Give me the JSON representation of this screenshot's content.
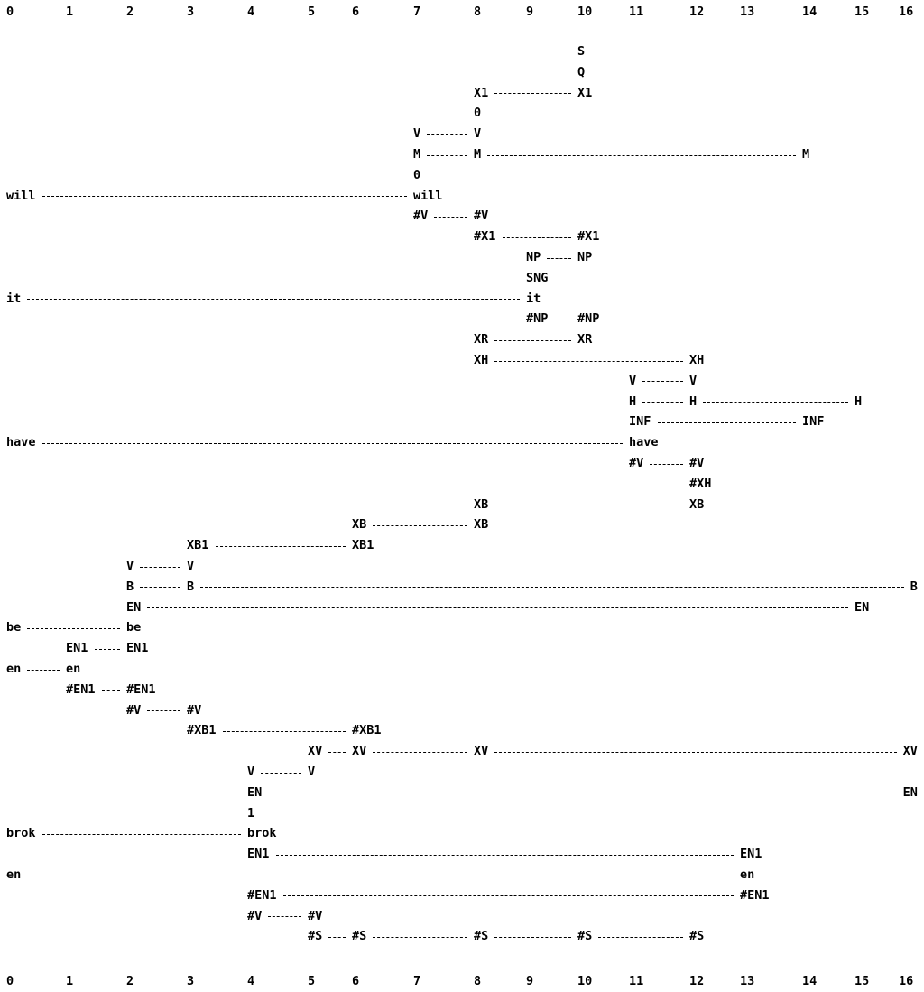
{
  "diagram": {
    "type": "parse chart",
    "axis_ticks": [
      "0",
      "1",
      "2",
      "3",
      "4",
      "5",
      "6",
      "7",
      "8",
      "9",
      "10",
      "11",
      "12",
      "13",
      "14",
      "15",
      "16"
    ],
    "edges": [
      {
        "row": 1,
        "from": 10,
        "to": 10,
        "label": "S"
      },
      {
        "row": 2,
        "from": 10,
        "to": 10,
        "label": "Q"
      },
      {
        "row": 3,
        "from": 8,
        "to": 10,
        "label": "X1"
      },
      {
        "row": 4,
        "from": 8,
        "to": 8,
        "label": "0"
      },
      {
        "row": 5,
        "from": 7,
        "to": 8,
        "label": "V"
      },
      {
        "row": 6,
        "from": 7,
        "to": 8,
        "to2": 14,
        "label": "M"
      },
      {
        "row": 7,
        "from": 7,
        "to": 7,
        "label": "0"
      },
      {
        "row": 8,
        "from": 0,
        "to": 7,
        "label": "will"
      },
      {
        "row": 9,
        "from": 7,
        "to": 8,
        "label": "#V"
      },
      {
        "row": 10,
        "from": 8,
        "to": 10,
        "label": "#X1"
      },
      {
        "row": 11,
        "from": 9,
        "to": 10,
        "label": "NP"
      },
      {
        "row": 12,
        "from": 9,
        "to": 9,
        "label": "SNG"
      },
      {
        "row": 13,
        "from": 0,
        "to": 9,
        "label": "it"
      },
      {
        "row": 14,
        "from": 9,
        "to": 10,
        "label": "#NP"
      },
      {
        "row": 15,
        "from": 8,
        "to": 10,
        "label": "XR"
      },
      {
        "row": 16,
        "from": 8,
        "to": 12,
        "label": "XH"
      },
      {
        "row": 17,
        "from": 11,
        "to": 12,
        "label": "V"
      },
      {
        "row": 18,
        "from": 11,
        "to": 12,
        "to2": 15,
        "label": "H"
      },
      {
        "row": 19,
        "from": 11,
        "to": 14,
        "label": "INF"
      },
      {
        "row": 20,
        "from": 0,
        "to": 11,
        "label": "have"
      },
      {
        "row": 21,
        "from": 11,
        "to": 12,
        "label": "#V"
      },
      {
        "row": 22,
        "from": 12,
        "to": 12,
        "label": "#XH"
      },
      {
        "row": 23,
        "from": 8,
        "to": 12,
        "label": "XB"
      },
      {
        "row": 24,
        "from": 6,
        "to": 8,
        "label": "XB"
      },
      {
        "row": 25,
        "from": 3,
        "to": 6,
        "label": "XB1"
      },
      {
        "row": 26,
        "from": 2,
        "to": 3,
        "label": "V"
      },
      {
        "row": 27,
        "from": 2,
        "to": 3,
        "to2": 16,
        "label": "B"
      },
      {
        "row": 28,
        "from": 2,
        "to": 15,
        "label": "EN"
      },
      {
        "row": 29,
        "from": 0,
        "to": 2,
        "label": "be"
      },
      {
        "row": 30,
        "from": 1,
        "to": 2,
        "label": "EN1"
      },
      {
        "row": 31,
        "from": 0,
        "to": 1,
        "label": "en"
      },
      {
        "row": 32,
        "from": 1,
        "to": 2,
        "label": "#EN1"
      },
      {
        "row": 33,
        "from": 2,
        "to": 3,
        "label": "#V"
      },
      {
        "row": 34,
        "from": 3,
        "to": 6,
        "label": "#XB1"
      },
      {
        "row": 35,
        "from": 5,
        "to": 6,
        "to2": 8,
        "to3": 16,
        "label": "XV"
      },
      {
        "row": 36,
        "from": 4,
        "to": 5,
        "label": "V"
      },
      {
        "row": 37,
        "from": 4,
        "to": 16,
        "label": "EN"
      },
      {
        "row": 38,
        "from": 4,
        "to": 4,
        "label": "1"
      },
      {
        "row": 39,
        "from": 0,
        "to": 4,
        "label": "brok"
      },
      {
        "row": 40,
        "from": 4,
        "to": 13,
        "label": "EN1"
      },
      {
        "row": 41,
        "from": 0,
        "to": 13,
        "label": "en"
      },
      {
        "row": 42,
        "from": 4,
        "to": 13,
        "label": "#EN1"
      },
      {
        "row": 43,
        "from": 4,
        "to": 5,
        "label": "#V"
      },
      {
        "row": 44,
        "from": 5,
        "to": 6,
        "to2": 8,
        "to3": 10,
        "to4": 12,
        "label": "#S"
      }
    ]
  }
}
